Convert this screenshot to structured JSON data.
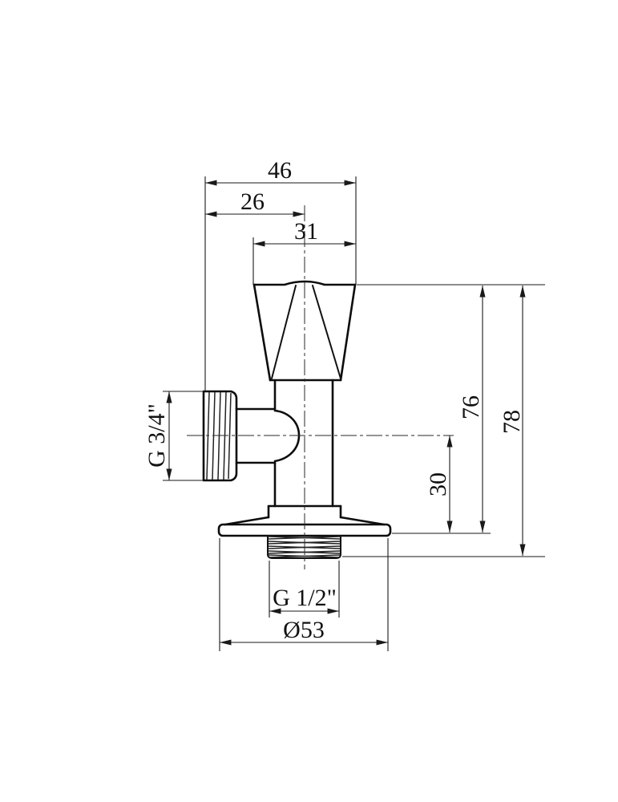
{
  "figure": {
    "background": "#ffffff",
    "line_color": "#0d0d0d",
    "dim_line_color": "#1a1a1a",
    "text_color": "#111111"
  },
  "dimensions": {
    "overall_width": {
      "label": "46"
    },
    "center_offset": {
      "label": "26"
    },
    "handle_top_width": {
      "label": "31"
    },
    "side_thread": {
      "label": "G 3/4\""
    },
    "height_to_flange": {
      "label": "76"
    },
    "overall_height": {
      "label": "78"
    },
    "side_port_to_flange": {
      "label": "30"
    },
    "bottom_thread": {
      "label": "G 1/2\""
    },
    "flange_diameter": {
      "label": "Ø53"
    }
  }
}
